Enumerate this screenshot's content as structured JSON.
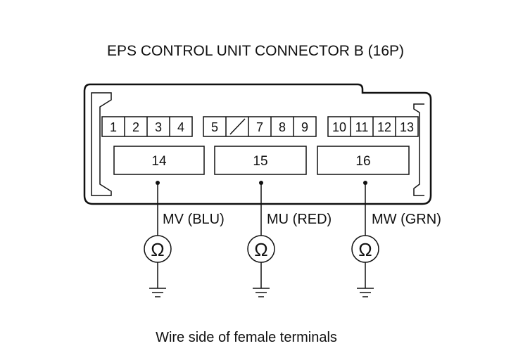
{
  "title": "EPS CONTROL UNIT CONNECTOR B (16P)",
  "caption": "Wire side of female terminals",
  "pins": {
    "p1": "1",
    "p2": "2",
    "p3": "3",
    "p4": "4",
    "p5": "5",
    "p7": "7",
    "p8": "8",
    "p9": "9",
    "p10": "10",
    "p11": "11",
    "p12": "12",
    "p13": "13",
    "p14": "14",
    "p15": "15",
    "p16": "16"
  },
  "wires": {
    "mv": "MV (BLU)",
    "mu": "MU (RED)",
    "mw": "MW (GRN)"
  },
  "ohm_symbol": "Ω",
  "icons": [
    "ohmmeter-icon",
    "ground-icon"
  ]
}
